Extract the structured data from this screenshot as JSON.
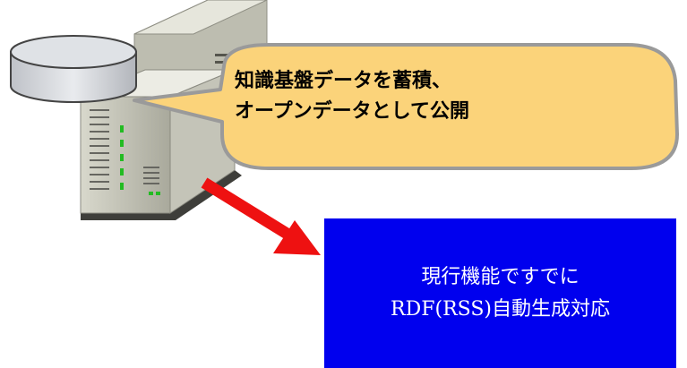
{
  "callout": {
    "line1": "知識基盤データを蓄積、",
    "line2": "オープンデータとして公開",
    "fill": "#fbd37a"
  },
  "note": {
    "line1": "現行機能ですでに",
    "line2": "RDF(RSS)自動生成対応",
    "background": "#0000ee"
  },
  "arrow": {
    "color": "#ee1111"
  },
  "icons": [
    "database-cylinder-icon",
    "server-tower-icon",
    "server-rack-icon"
  ]
}
